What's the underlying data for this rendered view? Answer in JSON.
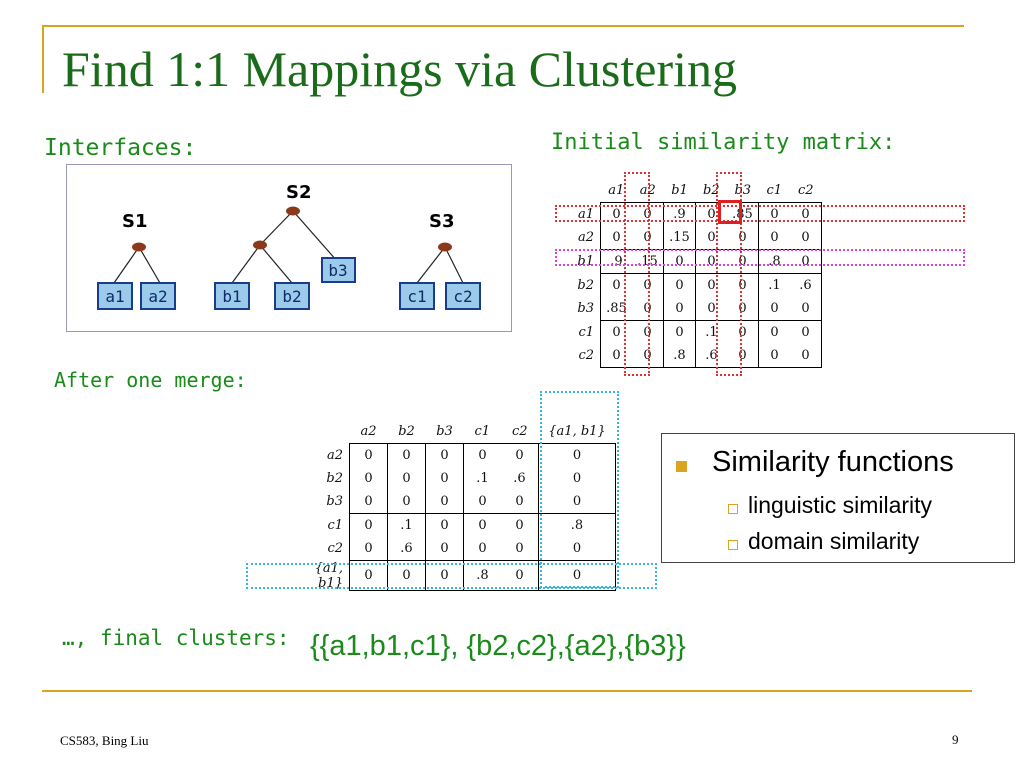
{
  "slide": {
    "title": "Find 1:1 Mappings via Clustering",
    "interfaces_label": "Interfaces:",
    "similarity_label": "Initial similarity matrix:",
    "merge_label": "After one merge:",
    "final_label": "…, final clusters:",
    "final_clusters": "{{a1,b1,c1}, {b2,c2},{a2},{b3}}",
    "footer_left": "CS583, Bing Liu",
    "page_number": "9",
    "accent_color": "#d9a520",
    "title_color": "#1a6b1a"
  },
  "interfaces": {
    "trees": [
      {
        "name": "S1",
        "leaves": [
          "a1",
          "a2"
        ]
      },
      {
        "name": "S2",
        "leaves": [
          "b1",
          "b2",
          "b3"
        ]
      },
      {
        "name": "S3",
        "leaves": [
          "c1",
          "c2"
        ]
      }
    ]
  },
  "initial_matrix": {
    "columns": [
      "a1",
      "a2",
      "b1",
      "b2",
      "b3",
      "c1",
      "c2"
    ],
    "rows": [
      {
        "label": "a1",
        "values": [
          "0",
          "0",
          ".9",
          "0",
          ".85",
          "0",
          "0"
        ]
      },
      {
        "label": "a2",
        "values": [
          "0",
          "0",
          ".15",
          "0",
          "0",
          "0",
          "0"
        ]
      },
      {
        "label": "b1",
        "values": [
          ".9",
          ".15",
          "0",
          "0",
          "0",
          ".8",
          "0"
        ]
      },
      {
        "label": "b2",
        "values": [
          "0",
          "0",
          "0",
          "0",
          "0",
          ".1",
          ".6"
        ]
      },
      {
        "label": "b3",
        "values": [
          ".85",
          "0",
          "0",
          "0",
          "0",
          "0",
          "0"
        ]
      },
      {
        "label": "c1",
        "values": [
          "0",
          "0",
          "0",
          ".1",
          "0",
          "0",
          "0"
        ]
      },
      {
        "label": "c2",
        "values": [
          "0",
          "0",
          ".8",
          ".6",
          "0",
          "0",
          "0"
        ]
      }
    ]
  },
  "merged_matrix": {
    "columns": [
      "a2",
      "b2",
      "b3",
      "c1",
      "c2",
      "{a1, b1}"
    ],
    "rows": [
      {
        "label": "a2",
        "values": [
          "0",
          "0",
          "0",
          "0",
          "0",
          "0"
        ]
      },
      {
        "label": "b2",
        "values": [
          "0",
          "0",
          "0",
          ".1",
          ".6",
          "0"
        ]
      },
      {
        "label": "b3",
        "values": [
          "0",
          "0",
          "0",
          "0",
          "0",
          "0"
        ]
      },
      {
        "label": "c1",
        "values": [
          "0",
          ".1",
          "0",
          "0",
          "0",
          ".8"
        ]
      },
      {
        "label": "c2",
        "values": [
          "0",
          ".6",
          "0",
          "0",
          "0",
          "0"
        ]
      },
      {
        "label": "{a1, b1}",
        "values": [
          "0",
          "0",
          "0",
          ".8",
          "0",
          "0"
        ]
      }
    ]
  },
  "bullets": {
    "main": "Similarity functions",
    "sub": [
      "linguistic similarity",
      "domain similarity"
    ]
  }
}
